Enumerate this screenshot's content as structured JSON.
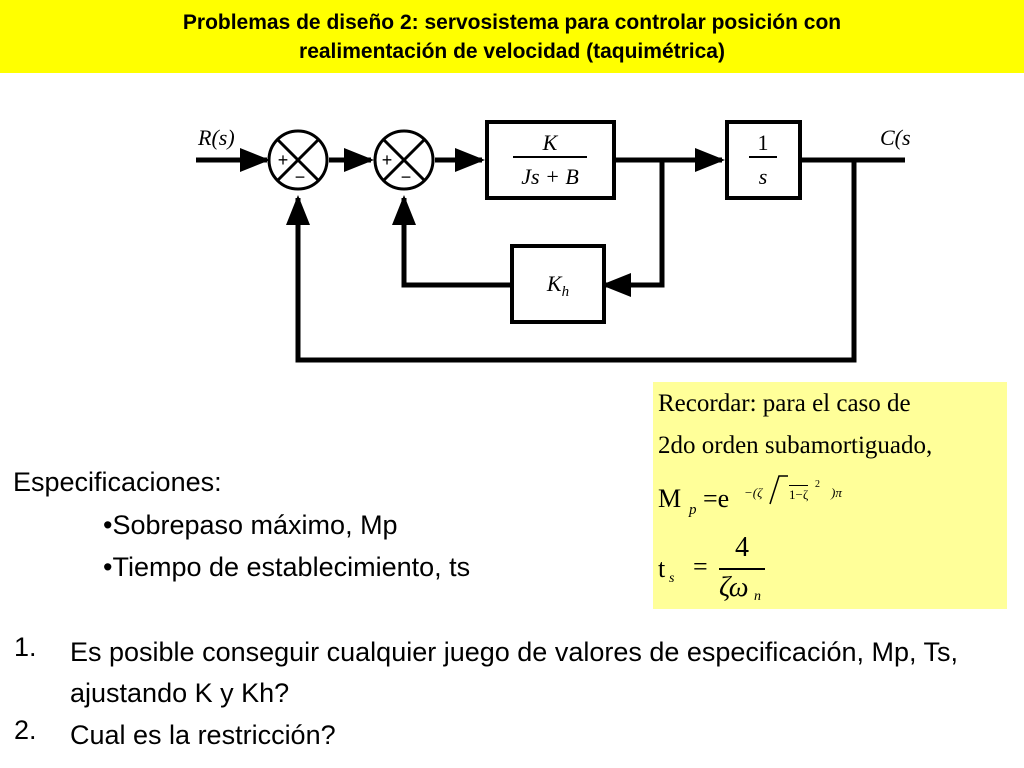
{
  "colors": {
    "title_bg": "#ffff00",
    "recordar_bg": "#ffff99",
    "diagram_stroke": "#000000"
  },
  "title": {
    "line1": "Problemas de diseño 2: servosistema para controlar posición con",
    "line2": "realimentación de velocidad (taquimétrica)"
  },
  "diagram": {
    "input_label": "R(s)",
    "output_label": "C(s",
    "sum1": {
      "plus": "+",
      "minus": "−"
    },
    "sum2": {
      "plus": "+",
      "minus": "−"
    },
    "plant": {
      "numerator": "K",
      "denominator": "Js + B"
    },
    "integrator": {
      "numerator": "1",
      "denominator": "s"
    },
    "tacho": {
      "main": "K",
      "sub": "h"
    }
  },
  "recordar": {
    "line1": "Recordar: para el caso de",
    "line2": "2do orden subamortiguado,",
    "mp": {
      "symbol": "M",
      "sub": "p",
      "eq": "=e",
      "exp_left": "−(ζ",
      "exp_rad": "1−ζ",
      "exp_sq": "2",
      "exp_right": ")π"
    },
    "ts": {
      "symbol": "t",
      "sub": "s",
      "eq": "=",
      "num": "4",
      "den_main": "ζω",
      "den_sub": "n"
    }
  },
  "specs": {
    "heading": "Especificaciones:",
    "items": [
      "•Sobrepaso máximo, Mp",
      "•Tiempo de establecimiento, ts"
    ]
  },
  "questions": [
    {
      "num": "1.",
      "text": "Es posible conseguir cualquier juego de valores de especificación, Mp, Ts, ajustando K y Kh?"
    },
    {
      "num": "2.",
      "text": "Cual es la restricción?"
    }
  ]
}
